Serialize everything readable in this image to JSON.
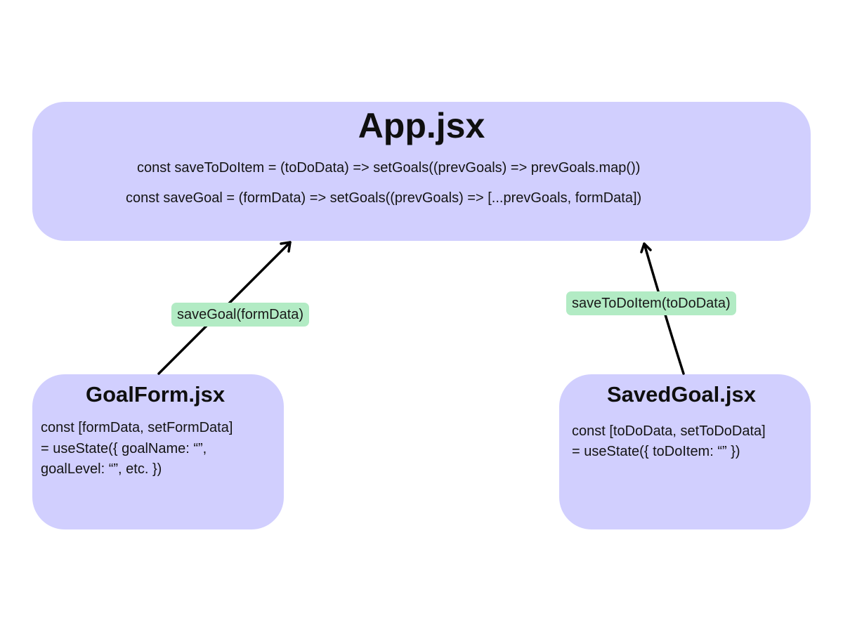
{
  "app": {
    "title": "App.jsx",
    "line1": "const saveToDoItem = (toDoData) => setGoals((prevGoals) => prevGoals.map())",
    "line2": "const saveGoal = (formData) => setGoals((prevGoals) => [...prevGoals, formData])"
  },
  "goal_form": {
    "title": "GoalForm.jsx",
    "lines": [
      "const [formData, setFormData]",
      "= useState({ goalName: “”,",
      "goalLevel: “”, etc. })"
    ]
  },
  "saved_goal": {
    "title": "SavedGoal.jsx",
    "lines": [
      "const [toDoData, setToDoData]",
      "= useState({ toDoItem: “” })"
    ]
  },
  "edges": {
    "goal_form_to_app": "saveGoal(formData)",
    "saved_goal_to_app": "saveToDoItem(toDoData)"
  },
  "colors": {
    "box_fill": "#d1cffe",
    "label_fill": "#b2ebc4",
    "arrow": "#000000"
  }
}
